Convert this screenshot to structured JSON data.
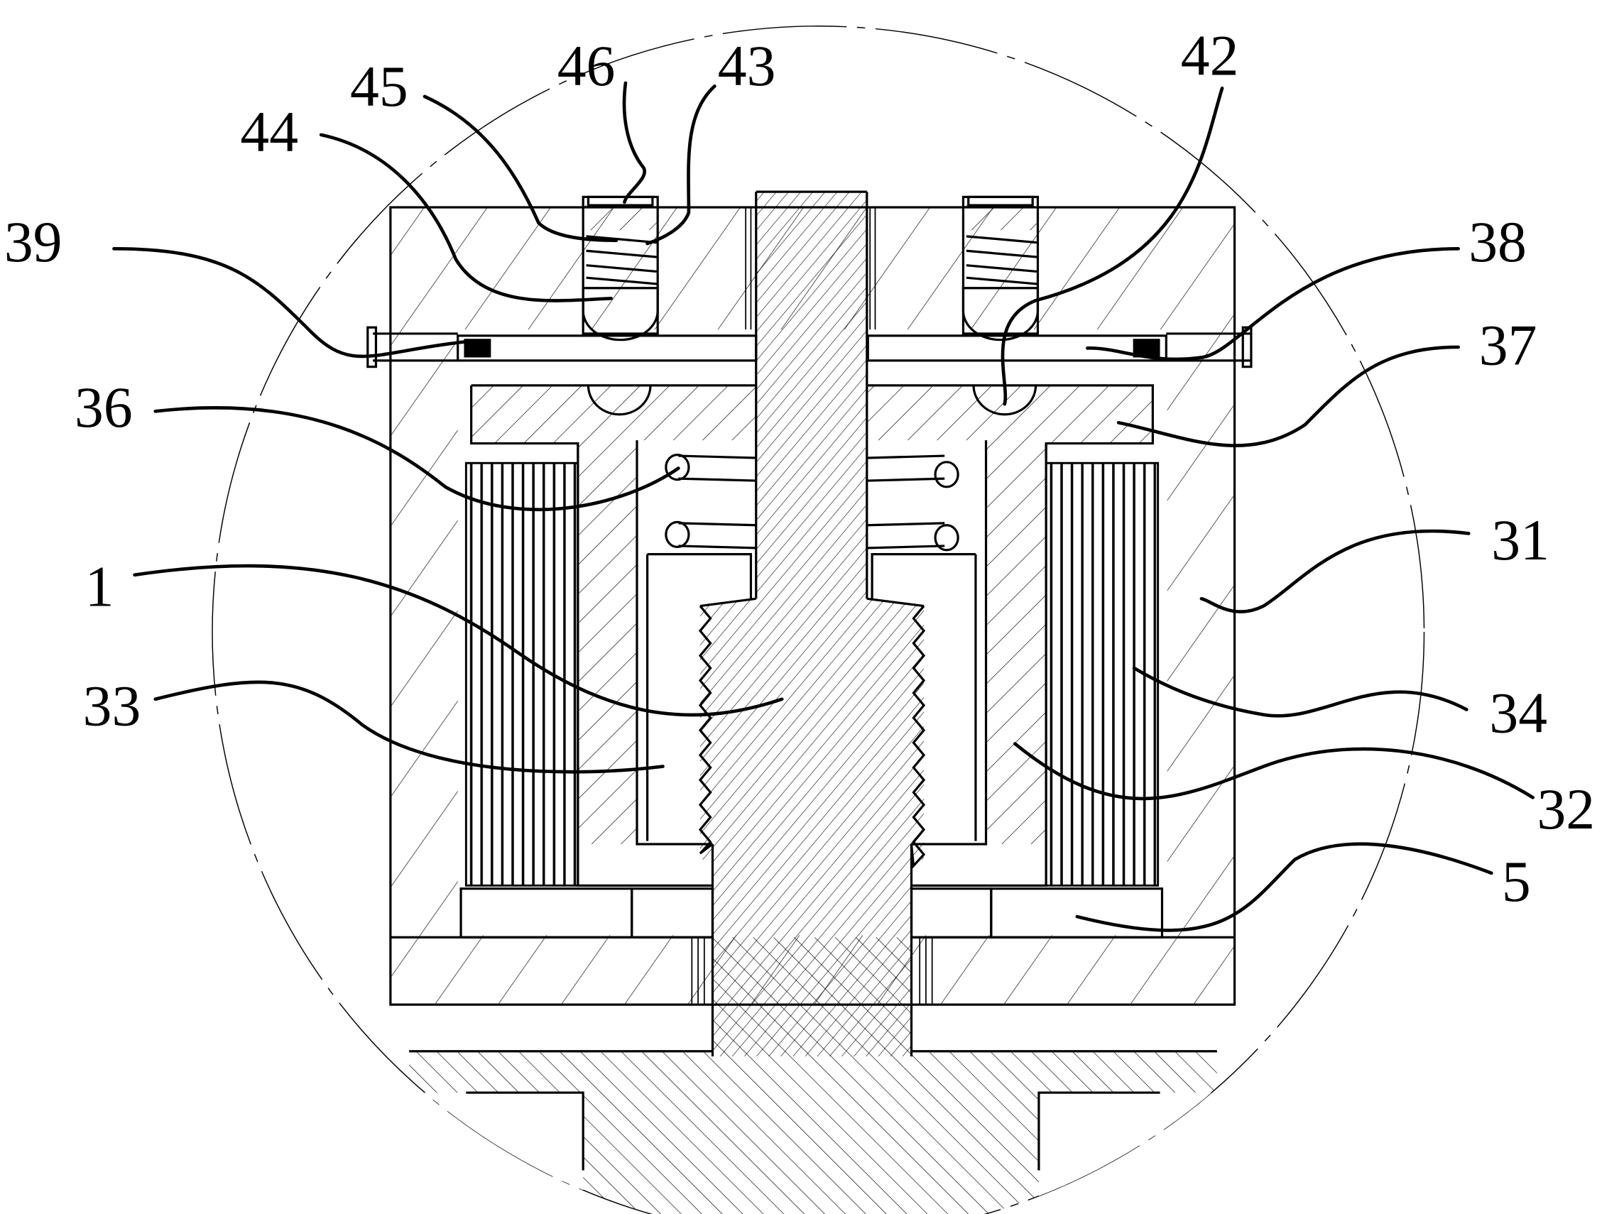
{
  "figure": {
    "type": "patent cross-section drawing (enlarged detail view)",
    "colors": {
      "line": "#000000",
      "background": "#ffffff"
    }
  },
  "labels": [
    {
      "id": "46",
      "text": "46"
    },
    {
      "id": "43",
      "text": "43"
    },
    {
      "id": "45",
      "text": "45"
    },
    {
      "id": "44",
      "text": "44"
    },
    {
      "id": "42",
      "text": "42"
    },
    {
      "id": "39",
      "text": "39"
    },
    {
      "id": "38",
      "text": "38"
    },
    {
      "id": "37",
      "text": "37"
    },
    {
      "id": "36",
      "text": "36"
    },
    {
      "id": "31",
      "text": "31"
    },
    {
      "id": "1",
      "text": "1"
    },
    {
      "id": "34",
      "text": "34"
    },
    {
      "id": "33",
      "text": "33"
    },
    {
      "id": "32",
      "text": "32"
    },
    {
      "id": "5",
      "text": "5"
    }
  ]
}
